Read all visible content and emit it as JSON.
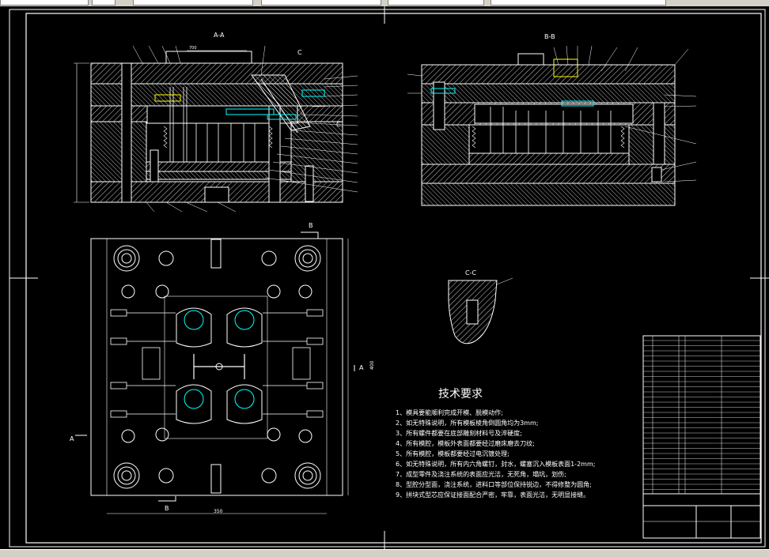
{
  "toolbar": {
    "combo_text": ""
  },
  "drawing": {
    "section_aa": "A-A",
    "section_bb": "B-B",
    "section_cc": "C-C",
    "label_c": "C",
    "label_a": "A",
    "label_b": "B",
    "dim_top": "700",
    "dim_height": "400",
    "dim_width": "350",
    "tech_title": "技术要求",
    "tech_req": [
      "1、模具要能顺利完成开模、脱模动作;",
      "2、如无特殊说明，所有模板棱角倒圆角均为3mm;",
      "3、所有螺件都要在底部雕刻材料号及淬硬度;",
      "4、所有模腔，模板外表面都要经过磨床磨去刀纹;",
      "5、所有模腔，模板都要经过电沉镀处理;",
      "6、如无特殊说明，所有内六角螺钉，封水，螺塞沉入模板表面1-2mm;",
      "7、成型零件及浇注系统的表面应光洁，无死角，塌坑，划伤;",
      "8、型腔分型面，浇注系统，进料口等部位保持锐边，不得修整为圆角;",
      "9、拼块式型芯应保证接面配合严密，牢靠，表面光洁，无明显接缝。"
    ]
  },
  "colors": {
    "lines": "#ffffff",
    "accent": "#ffff00",
    "cyan": "#00ffff",
    "green": "#00ff00",
    "red": "#ff0000"
  }
}
